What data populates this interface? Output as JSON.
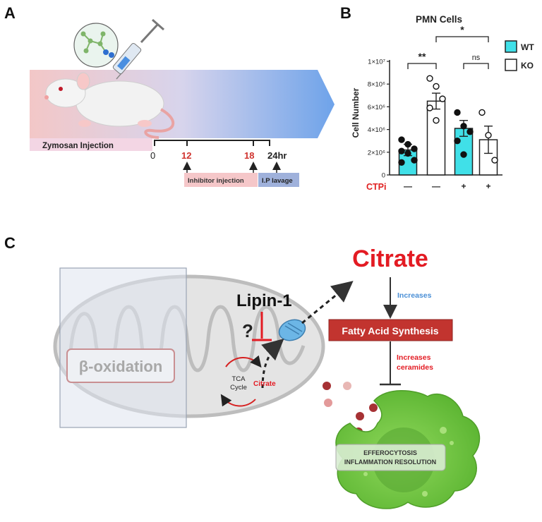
{
  "panels": {
    "a": "A",
    "b": "B",
    "c": "C"
  },
  "timeline": {
    "zymosan_label": "Zymosan Injection",
    "t0": "0",
    "t12": "12",
    "t18": "18",
    "t24": "24hr",
    "inhibitor_label": "Inhibitor injection",
    "lavage_label": "I.P lavage"
  },
  "chart_data": {
    "type": "bar",
    "title": "PMN Cells",
    "ylabel": "Cell Number",
    "ylim": [
      0,
      10000000
    ],
    "yticks": [
      "0",
      "2×10⁶",
      "4×10⁶",
      "6×10⁶",
      "8×10⁶",
      "1×10⁷"
    ],
    "ytick_values": [
      0,
      2000000,
      4000000,
      6000000,
      8000000,
      10000000
    ],
    "legend": [
      {
        "name": "WT",
        "color": "#40e0e8"
      },
      {
        "name": "KO",
        "color": "#ffffff"
      }
    ],
    "legend_position": "top-right",
    "treatment_label": "CTPi",
    "treatment_label_color": "#e02020",
    "treatment_signs": [
      "—",
      "—",
      "+",
      "+"
    ],
    "bars": [
      {
        "group": "WT",
        "value": 2200000,
        "sem": 500000,
        "points": [
          3100000,
          2700000,
          2300000,
          2100000,
          1900000,
          1300000,
          1100000
        ]
      },
      {
        "group": "KO",
        "value": 6500000,
        "sem": 700000,
        "points": [
          8500000,
          7800000,
          6700000,
          5900000,
          4800000
        ]
      },
      {
        "group": "WT",
        "value": 4100000,
        "sem": 700000,
        "points": [
          5500000,
          4300000,
          3800000,
          3000000,
          1800000
        ]
      },
      {
        "group": "KO",
        "value": 3100000,
        "sem": 1200000,
        "points": [
          5500000,
          3500000,
          1300000
        ]
      }
    ],
    "significance": [
      {
        "from": 0,
        "to": 1,
        "label": "**"
      },
      {
        "from": 2,
        "to": 3,
        "label": "ns"
      },
      {
        "from": 1,
        "to": 3,
        "label": "*"
      }
    ]
  },
  "diagram": {
    "beta_oxidation": "β-oxidation",
    "lipin": "Lipin-1",
    "question": "?",
    "tca": "TCA",
    "cycle": "Cycle",
    "citrate_small": "Citrate",
    "citrate_big": "Citrate",
    "increases": "Increases",
    "fatty_acid_synthesis": "Fatty Acid Synthesis",
    "increases_ceramides_1": "Increases",
    "increases_ceramides_2": "ceramides",
    "efferocytosis": "EFFEROCYTOSIS",
    "inflammation_resolution": "INFLAMMATION RESOLUTION"
  },
  "colors": {
    "red": "#e31b23",
    "blue_text": "#4a8fd6",
    "fas_box": "#c2342f",
    "cyan": "#40e0e8",
    "macrophage": "#7ccf4a"
  }
}
